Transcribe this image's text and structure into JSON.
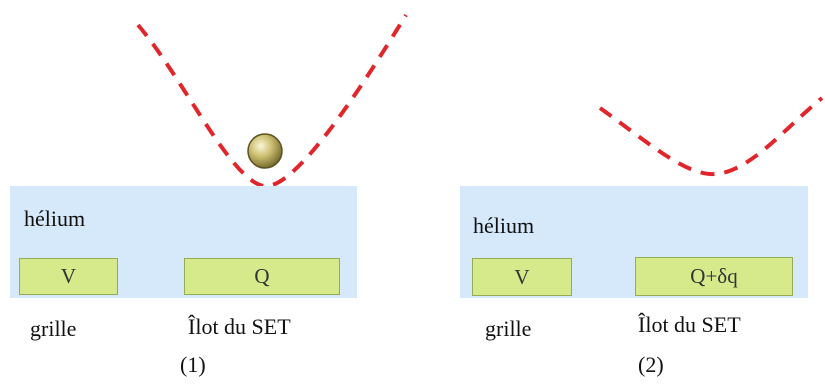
{
  "colors": {
    "helium": "#d6e9fa",
    "electrode": "#d6ea8c",
    "potential_curve": "#e0262b",
    "electron": "#b8a85a"
  },
  "panels": [
    {
      "helium_label": "hélium",
      "gate_label": "V",
      "island_label": "Q",
      "gate_caption": "grille",
      "island_caption": "Îlot du SET",
      "panel_number": "(1)",
      "icons": [
        "electron-sphere"
      ]
    },
    {
      "helium_label": "hélium",
      "gate_label": "V",
      "island_label": "Q+δq",
      "gate_caption": "grille",
      "island_caption": "Îlot du SET",
      "panel_number": "(2)"
    }
  ]
}
